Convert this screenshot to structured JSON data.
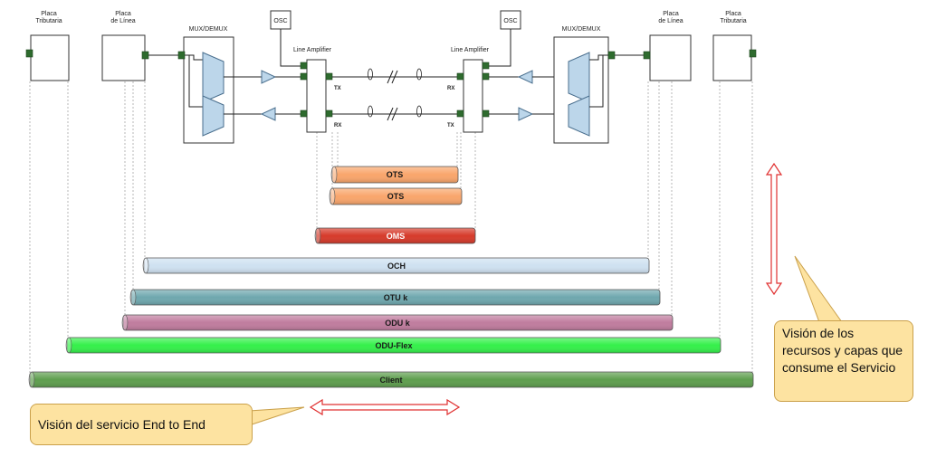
{
  "devices": {
    "left_tributary": "Placa\nTributaria",
    "left_line_card": "Placa\nde Línea",
    "left_mux": "MUX/DEMUX",
    "left_osc": "OSC",
    "left_amplifier": "Line Amplifier",
    "right_osc": "OSC",
    "right_amplifier": "Line Amplifier",
    "right_mux": "MUX/DEMUX",
    "right_line_card": "Placa\nde Línea",
    "right_tributary": "Placa\nTributaria"
  },
  "port_labels": {
    "left_tx": "TX",
    "left_rx": "RX",
    "right_rx": "RX",
    "right_tx": "TX"
  },
  "layers": [
    {
      "key": "ots1",
      "label": "OTS",
      "color": "#f9a56b",
      "text_color": "#1a1a1a"
    },
    {
      "key": "ots2",
      "label": "OTS",
      "color": "#f9a56b",
      "text_color": "#1a1a1a"
    },
    {
      "key": "oms",
      "label": "OMS",
      "color": "#d63a2a",
      "text_color": "#ffffff"
    },
    {
      "key": "och",
      "label": "OCH",
      "color": "#cfe1f1",
      "text_color": "#1a1a1a"
    },
    {
      "key": "otuk",
      "label": "OTU k",
      "color": "#6fa7ae",
      "text_color": "#1a1a1a"
    },
    {
      "key": "oduk",
      "label": "ODU k",
      "color": "#c07c9e",
      "text_color": "#1a1a1a"
    },
    {
      "key": "oduflex",
      "label": "ODU-Flex",
      "color": "#34f04a",
      "text_color": "#1a1a1a"
    },
    {
      "key": "client",
      "label": "Client",
      "color": "#5e9e4e",
      "text_color": "#1a1a1a"
    }
  ],
  "callouts": {
    "resources": "Visión de los recursos y capas que consume el Servicio",
    "end_to_end": "Visión del servicio End to End"
  },
  "colors": {
    "callout_fill": "#fde3a1",
    "arrow_outline": "#e03030",
    "port_green": "#2e6b2e",
    "mux_blue": "#bcd6ea"
  }
}
